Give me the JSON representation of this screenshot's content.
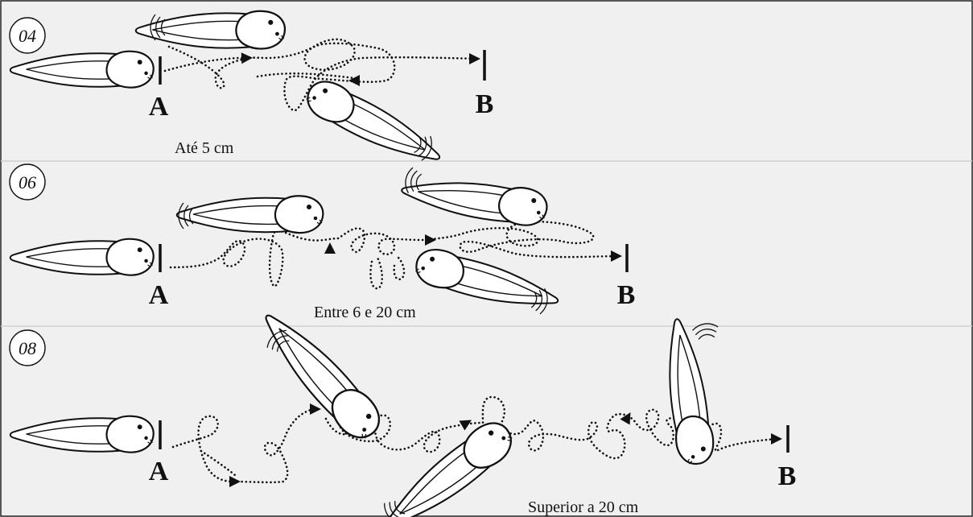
{
  "panels": [
    {
      "badge": "04",
      "start_label": "A",
      "end_label": "B",
      "caption": "Até 5 cm"
    },
    {
      "badge": "06",
      "start_label": "A",
      "end_label": "B",
      "caption": "Entre 6 e 20 cm"
    },
    {
      "badge": "08",
      "start_label": "A",
      "end_label": "B",
      "caption": "Superior a 20 cm"
    }
  ],
  "icons": {
    "tadpole": "tadpole-icon",
    "swim_path": "dotted-path",
    "direction": "arrowhead-icon",
    "motion": "motion-lines-icon"
  }
}
